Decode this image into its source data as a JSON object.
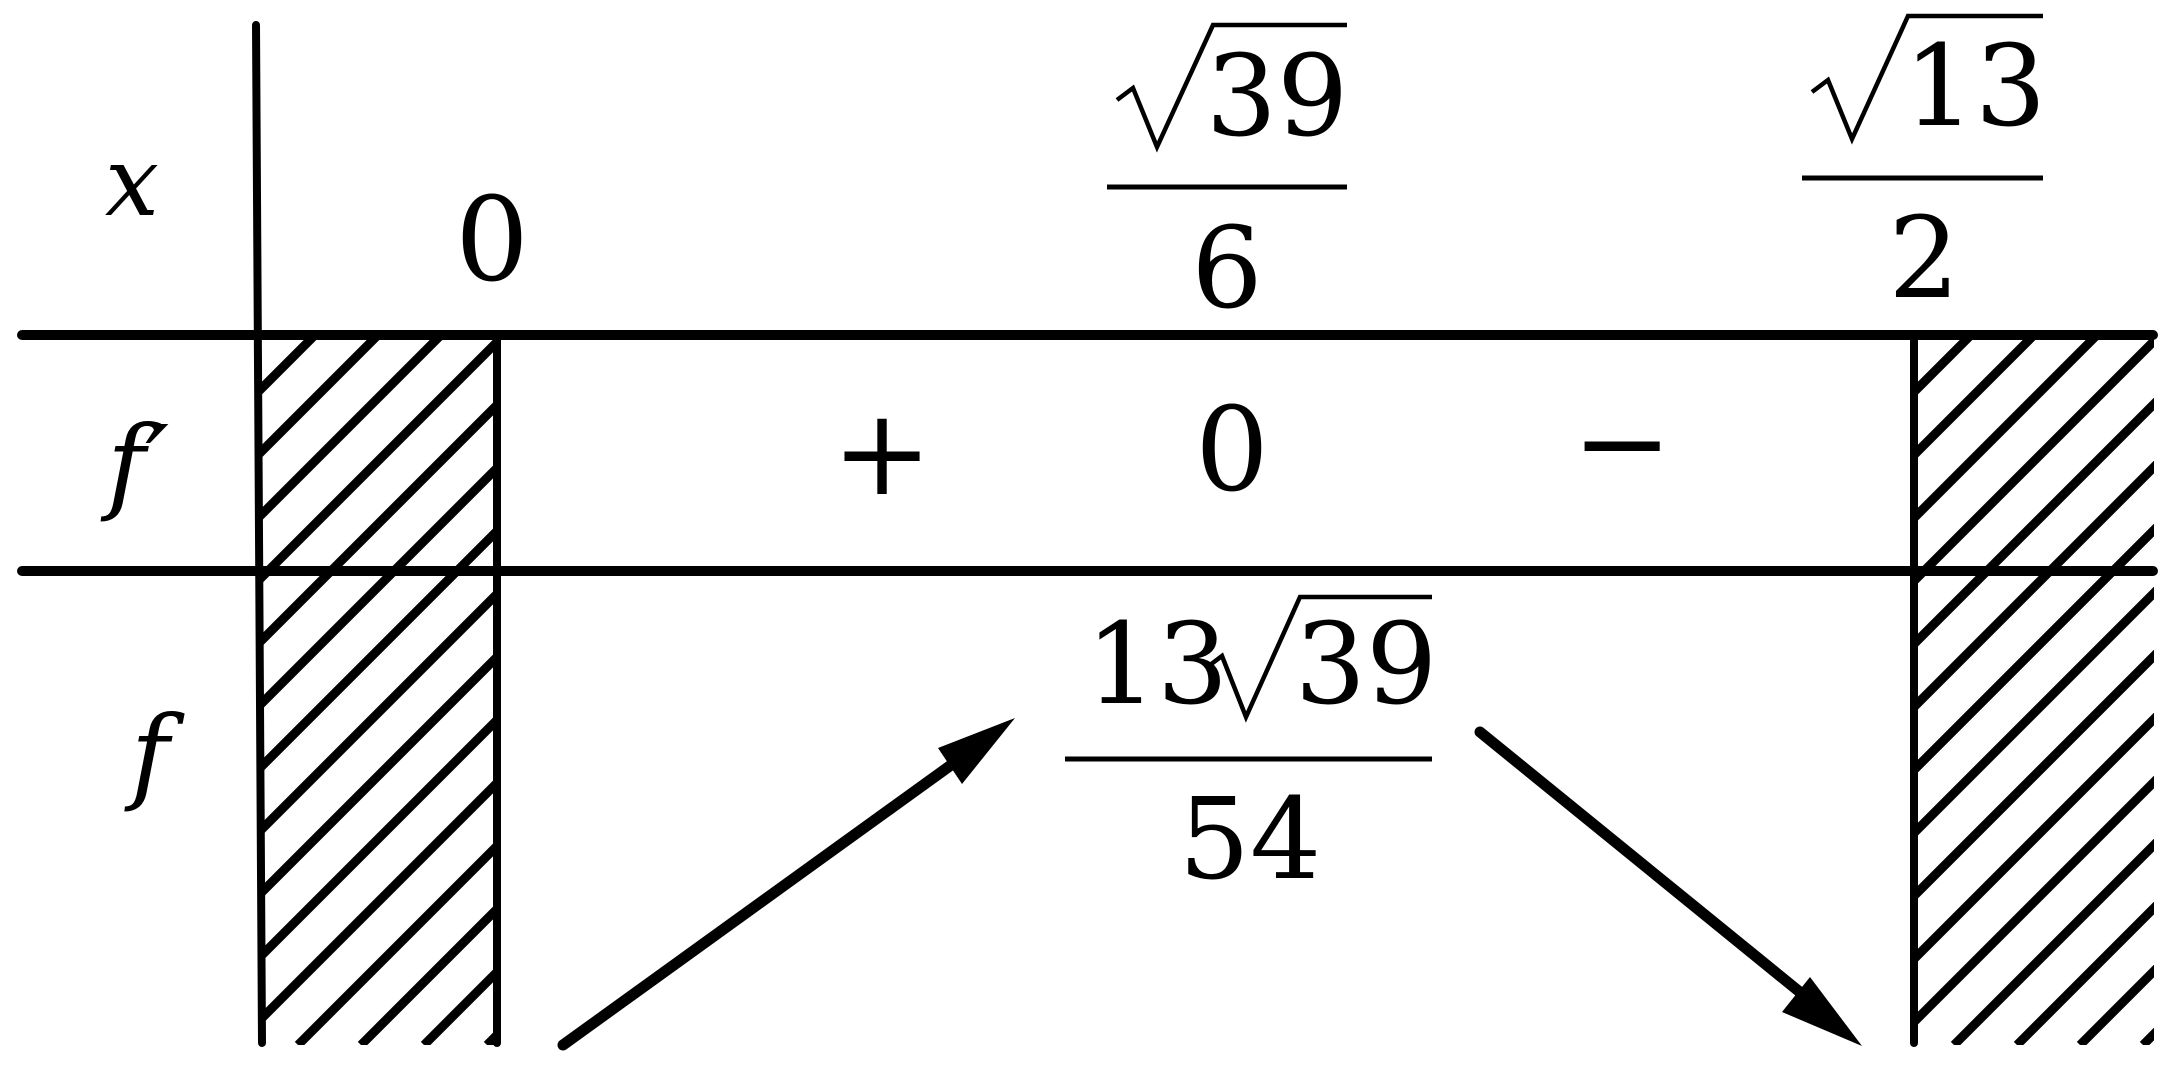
{
  "rows": {
    "x": "x",
    "fprime": "f′",
    "f": "f"
  },
  "x_points": {
    "zero": "0",
    "crit_num": "39",
    "crit_den": "6",
    "end_num": "13",
    "end_den": "2"
  },
  "sign_row": {
    "plus": "+",
    "zero": "0",
    "minus": "−"
  },
  "f_row": {
    "max_coef": "13",
    "max_rad": "39",
    "max_den": "54",
    "trend_left": "increasing",
    "trend_right": "decreasing"
  },
  "icons": {
    "hatch": "diagonal-hatch",
    "arrow_up": "arrow-up-right-icon",
    "arrow_down": "arrow-down-right-icon"
  },
  "colors": {
    "ink": "#000000",
    "background": "#ffffff"
  }
}
